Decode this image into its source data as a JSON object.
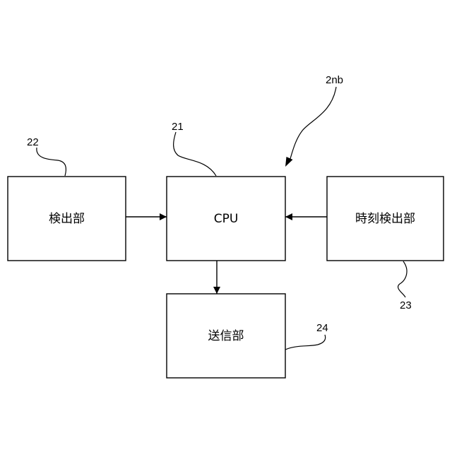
{
  "figure": {
    "system_ref": "2nb",
    "blocks": {
      "cpu": {
        "label": "CPU",
        "ref": "21"
      },
      "detector": {
        "label": "検出部",
        "ref": "22"
      },
      "time_detector": {
        "label": "時刻検出部",
        "ref": "23"
      },
      "transmitter": {
        "label": "送信部",
        "ref": "24"
      }
    }
  },
  "colors": {
    "line": "#000000",
    "background": "#ffffff"
  }
}
